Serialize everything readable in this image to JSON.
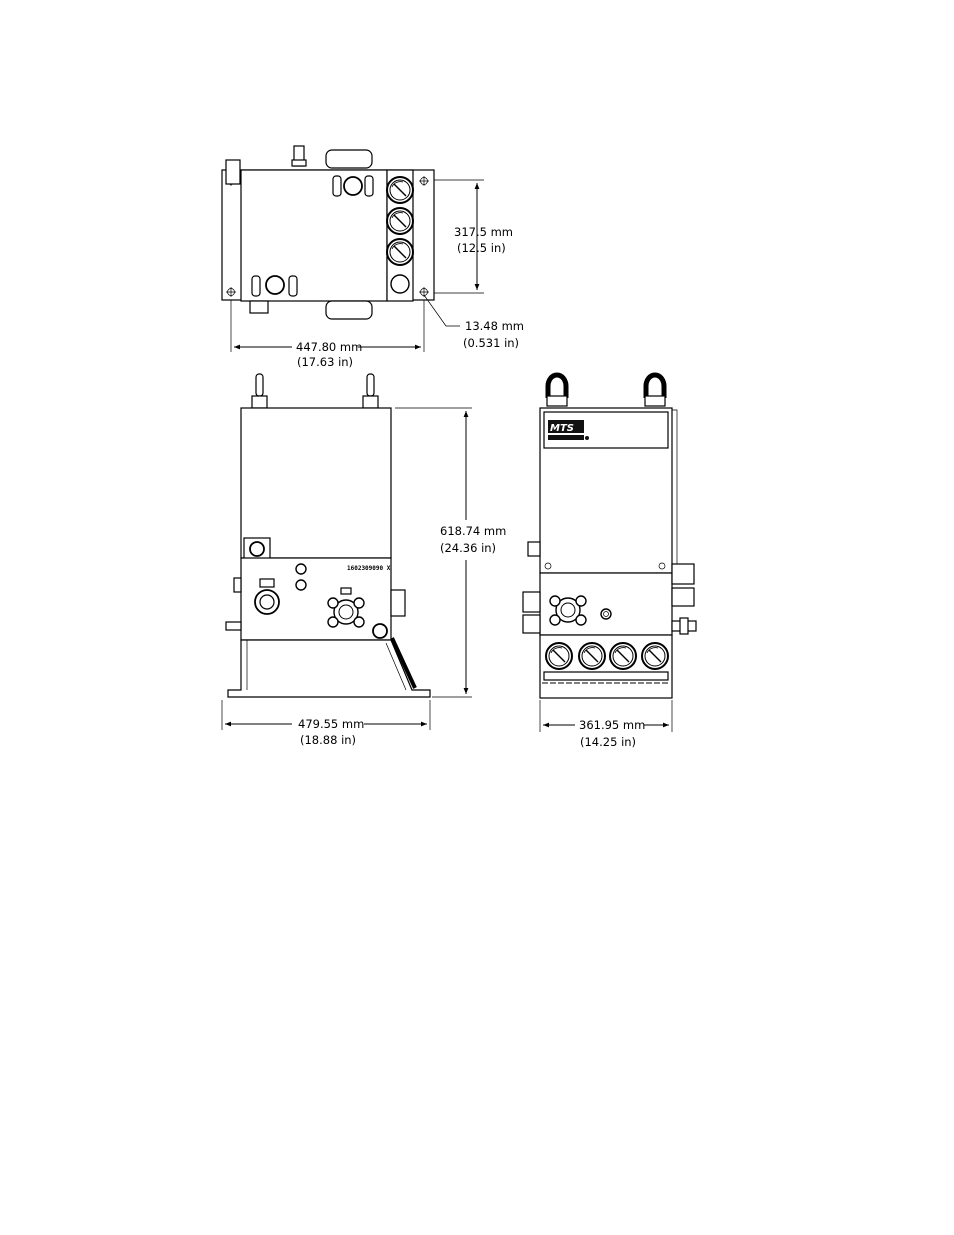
{
  "brand": {
    "logo_text": "MTS"
  },
  "labels": {
    "serial_number": "1602309090 X"
  },
  "dimensions": {
    "top_depth_mm": "317.5 mm",
    "top_depth_in": "(12.5 in)",
    "top_offset_mm": "13.48 mm",
    "top_offset_in": "(0.531 in)",
    "top_width_mm": "447.80 mm",
    "top_width_in": "(17.63 in)",
    "height_mm": "618.74 mm",
    "height_in": "(24.36 in)",
    "side_width_mm": "479.55 mm",
    "side_width_in": "(18.88 in)",
    "front_width_mm": "361.95 mm",
    "front_width_in": "(14.25 in)"
  },
  "icons": [
    "pressure-gauge-icon",
    "lifting-eye-icon",
    "hydraulic-port-icon",
    "fitting-icon"
  ]
}
